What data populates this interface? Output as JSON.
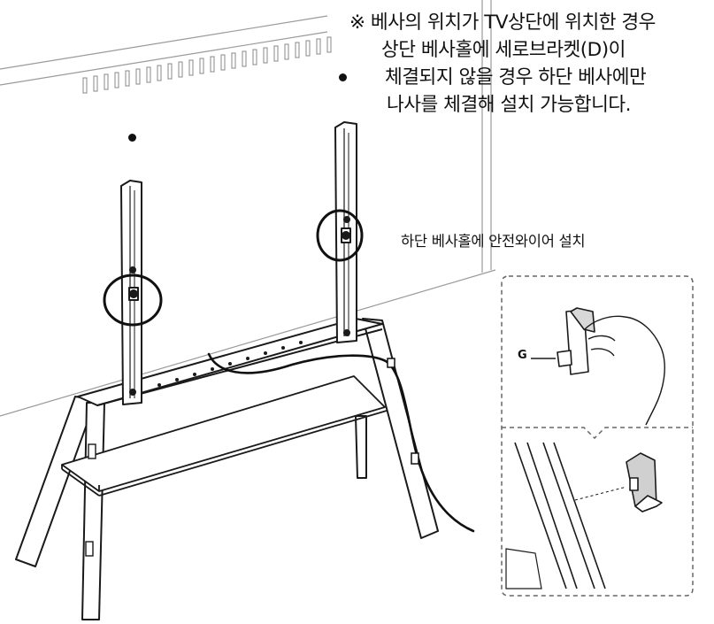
{
  "note": {
    "line1": "※ 베사의 위치가 TV상단에 위치한 경우",
    "line2": "상단 베사홀에  세로브라켓(D)이",
    "line3": "체결되지 않을 경우 하단 베사에만",
    "line4": "나사를 체결해 설치 가능합니다."
  },
  "callout": {
    "install_label": "하단 베사홀에 안전와이어 설치"
  },
  "inset": {
    "part_label": "G"
  },
  "colors": {
    "line": "#1a1a1a",
    "light_line": "#9a9a9a",
    "dashed_border": "#666666"
  }
}
